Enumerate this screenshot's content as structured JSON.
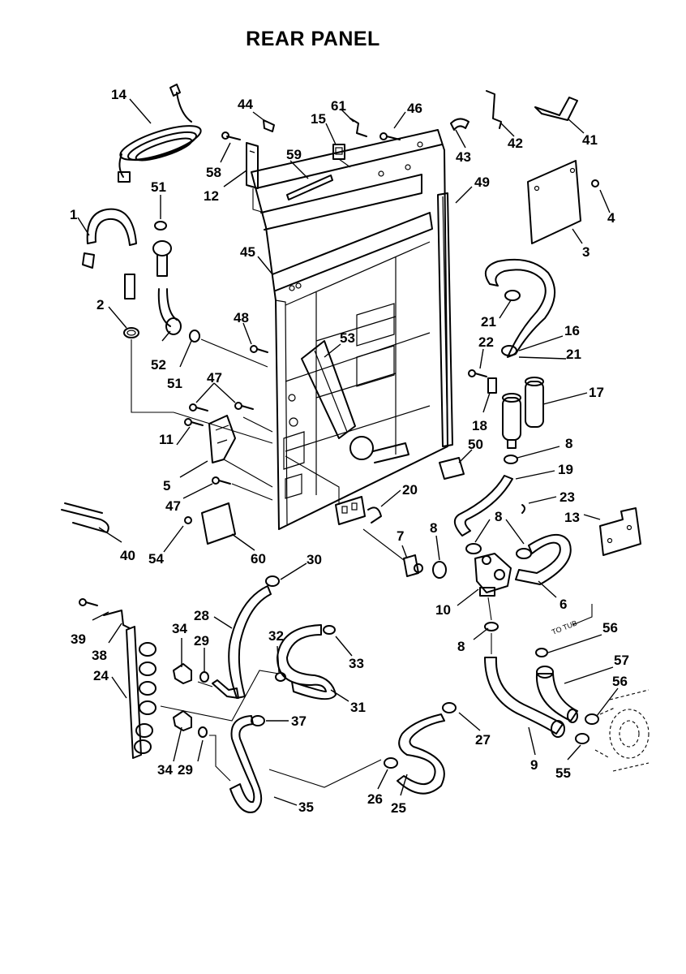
{
  "title": "REAR PANEL",
  "tub_note": "TO TUB",
  "callouts": [
    {
      "id": "c14",
      "text": "14"
    },
    {
      "id": "c44",
      "text": "44"
    },
    {
      "id": "c61",
      "text": "61"
    },
    {
      "id": "c46",
      "text": "46"
    },
    {
      "id": "c15",
      "text": "15"
    },
    {
      "id": "c43",
      "text": "43"
    },
    {
      "id": "c42",
      "text": "42"
    },
    {
      "id": "c41",
      "text": "41"
    },
    {
      "id": "c58",
      "text": "58"
    },
    {
      "id": "c59",
      "text": "59"
    },
    {
      "id": "c12",
      "text": "12"
    },
    {
      "id": "c51a",
      "text": "51"
    },
    {
      "id": "c49",
      "text": "49"
    },
    {
      "id": "c4",
      "text": "4"
    },
    {
      "id": "c1",
      "text": "1"
    },
    {
      "id": "c45",
      "text": "45"
    },
    {
      "id": "c3",
      "text": "3"
    },
    {
      "id": "c2",
      "text": "2"
    },
    {
      "id": "c21a",
      "text": "21"
    },
    {
      "id": "c48",
      "text": "48"
    },
    {
      "id": "c16",
      "text": "16"
    },
    {
      "id": "c53",
      "text": "53"
    },
    {
      "id": "c22",
      "text": "22"
    },
    {
      "id": "c21b",
      "text": "21"
    },
    {
      "id": "c52",
      "text": "52"
    },
    {
      "id": "c51b",
      "text": "51"
    },
    {
      "id": "c47a",
      "text": "47"
    },
    {
      "id": "c17",
      "text": "17"
    },
    {
      "id": "c18",
      "text": "18"
    },
    {
      "id": "c11",
      "text": "11"
    },
    {
      "id": "c50",
      "text": "50"
    },
    {
      "id": "c8a",
      "text": "8"
    },
    {
      "id": "c5",
      "text": "5"
    },
    {
      "id": "c19",
      "text": "19"
    },
    {
      "id": "c47b",
      "text": "47"
    },
    {
      "id": "c20",
      "text": "20"
    },
    {
      "id": "c23",
      "text": "23"
    },
    {
      "id": "c13",
      "text": "13"
    },
    {
      "id": "c8b",
      "text": "8"
    },
    {
      "id": "c7",
      "text": "7"
    },
    {
      "id": "c8c",
      "text": "8"
    },
    {
      "id": "c40",
      "text": "40"
    },
    {
      "id": "c54",
      "text": "54"
    },
    {
      "id": "c60",
      "text": "60"
    },
    {
      "id": "c30",
      "text": "30"
    },
    {
      "id": "c10",
      "text": "10"
    },
    {
      "id": "c6",
      "text": "6"
    },
    {
      "id": "c28",
      "text": "28"
    },
    {
      "id": "c56a",
      "text": "56"
    },
    {
      "id": "c34a",
      "text": "34"
    },
    {
      "id": "c32",
      "text": "32"
    },
    {
      "id": "c39",
      "text": "39"
    },
    {
      "id": "c29a",
      "text": "29"
    },
    {
      "id": "c8d",
      "text": "8"
    },
    {
      "id": "c38",
      "text": "38"
    },
    {
      "id": "c33",
      "text": "33"
    },
    {
      "id": "c57",
      "text": "57"
    },
    {
      "id": "c24",
      "text": "24"
    },
    {
      "id": "c56b",
      "text": "56"
    },
    {
      "id": "c31",
      "text": "31"
    },
    {
      "id": "c37",
      "text": "37"
    },
    {
      "id": "c27",
      "text": "27"
    },
    {
      "id": "c34b",
      "text": "34"
    },
    {
      "id": "c29b",
      "text": "29"
    },
    {
      "id": "c9",
      "text": "9"
    },
    {
      "id": "c55",
      "text": "55"
    },
    {
      "id": "c26",
      "text": "26"
    },
    {
      "id": "c25",
      "text": "25"
    },
    {
      "id": "c35",
      "text": "35"
    }
  ]
}
